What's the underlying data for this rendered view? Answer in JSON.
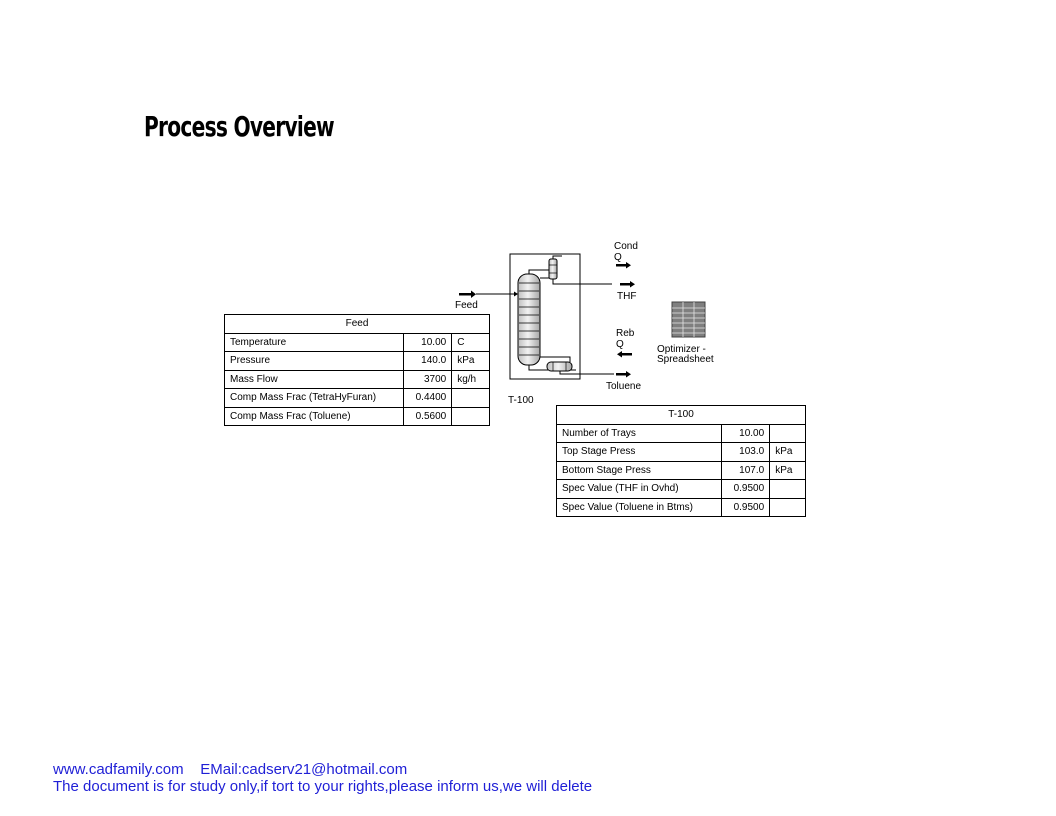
{
  "page": {
    "title": "Process Overview"
  },
  "flowsheet": {
    "labels": {
      "feed": "Feed",
      "cond": "Cond",
      "cond_q": "Q",
      "thf": "THF",
      "reb": "Reb",
      "reb_q": "Q",
      "toluene": "Toluene",
      "column": "T-100",
      "optimizer_line1": "Optimizer -",
      "optimizer_line2": "Spreadsheet"
    },
    "icons": {
      "column": "distillation-column-icon",
      "condenser": "condenser-icon",
      "reboiler": "reboiler-icon",
      "spreadsheet": "spreadsheet-icon"
    }
  },
  "feed_table": {
    "title": "Feed",
    "rows": [
      {
        "label": "Temperature",
        "value": "10.00",
        "unit": "C"
      },
      {
        "label": "Pressure",
        "value": "140.0",
        "unit": "kPa"
      },
      {
        "label": "Mass Flow",
        "value": "3700",
        "unit": "kg/h"
      },
      {
        "label": "Comp Mass Frac (TetraHyFuran)",
        "value": "0.4400",
        "unit": ""
      },
      {
        "label": "Comp Mass Frac (Toluene)",
        "value": "0.5600",
        "unit": ""
      }
    ]
  },
  "column_table": {
    "title": "T-100",
    "rows": [
      {
        "label": "Number of Trays",
        "value": "10.00",
        "unit": ""
      },
      {
        "label": "Top Stage Press",
        "value": "103.0",
        "unit": "kPa"
      },
      {
        "label": "Bottom Stage Press",
        "value": "107.0",
        "unit": "kPa"
      },
      {
        "label": "Spec Value (THF in Ovhd)",
        "value": "0.9500",
        "unit": ""
      },
      {
        "label": "Spec Value (Toluene in Btms)",
        "value": "0.9500",
        "unit": ""
      }
    ]
  },
  "footer": {
    "line1": "www.cadfamily.com    EMail:cadserv21@hotmail.com",
    "line2": "The document is for study only,if tort to your rights,please inform us,we will delete"
  },
  "colors": {
    "footer_text": "#1f1fd6",
    "line": "#000000",
    "column_fill": "#d9d9d9",
    "spreadsheet_fill": "#7f7f7f"
  }
}
